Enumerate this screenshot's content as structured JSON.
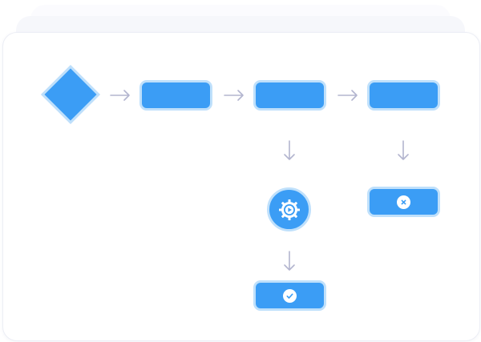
{
  "colors": {
    "node_fill": "#3b9df5",
    "node_border": "#bfe0fb",
    "connector": "#b3b5cf",
    "card_background": "#ffffff"
  },
  "flow": {
    "start_shape": "diamond",
    "steps": [
      "step",
      "step",
      "step"
    ],
    "branches": [
      {
        "from_step": 2,
        "via": "gear-icon",
        "result_icon": "check-icon"
      },
      {
        "from_step": 3,
        "result_icon": "close-icon"
      }
    ]
  }
}
